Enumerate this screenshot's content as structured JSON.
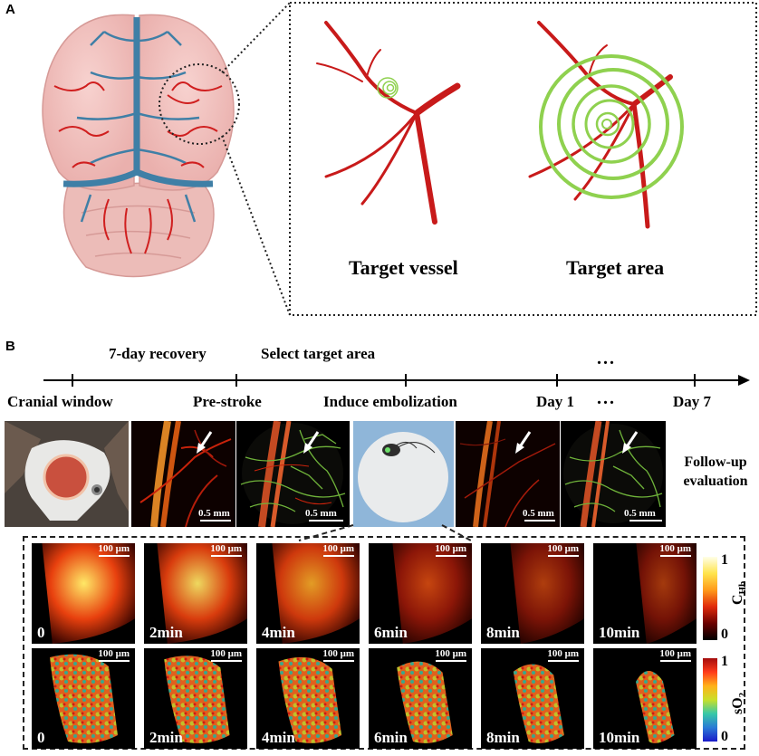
{
  "panel_a": {
    "letter": "A",
    "labels": {
      "target_vessel": "Target vessel",
      "target_area": "Target area"
    }
  },
  "panel_b": {
    "letter": "B",
    "timeline_top": {
      "recovery": "7-day recovery",
      "select_area": "Select target area",
      "ellipsis": "..."
    },
    "timeline_bottom": {
      "cranial_window": "Cranial window",
      "pre_stroke": "Pre-stroke",
      "induce": "Induce embolization",
      "day1": "Day 1",
      "ellipsis": "...",
      "day7": "Day 7"
    },
    "follow_up": "Follow-up evaluation",
    "scale_bars": {
      "mm": "0.5 mm",
      "um": "100 μm"
    },
    "time_points": [
      "0",
      "2min",
      "4min",
      "6min",
      "8min",
      "10min"
    ],
    "colorbars": {
      "chb": {
        "label": "C",
        "sub": "Hb",
        "max": "1",
        "min": "0"
      },
      "so2": {
        "label": "sO",
        "sub": "2",
        "max": "1",
        "min": "0"
      }
    }
  },
  "colors": {
    "vessel_red": "#d01f1f",
    "ring_green": "#8fd14f",
    "vein_blue": "#3f7fa6",
    "brain_pink": "#f2c3c0"
  }
}
